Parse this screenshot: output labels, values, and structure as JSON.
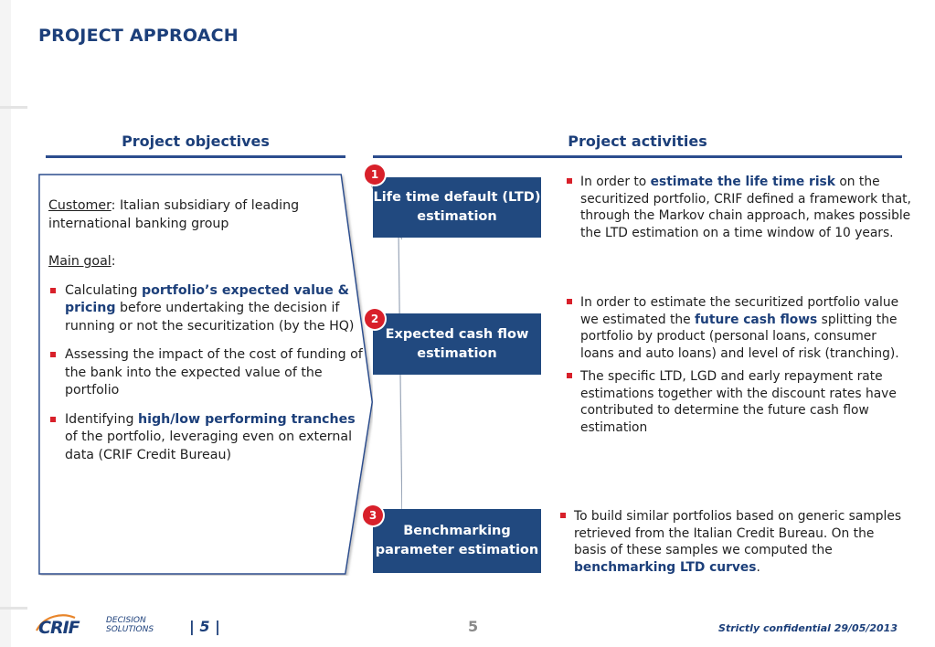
{
  "page": {
    "title": "PROJECT APPROACH"
  },
  "objectives": {
    "header": "Project objectives",
    "customer_label": "Customer",
    "customer_text": ": Italian subsidiary of  leading international banking group",
    "main_goal_label": "Main goal",
    "main_goal_colon": ":",
    "bullets": [
      {
        "pre": "Calculating ",
        "bold": "portfolio’s expected value & pricing",
        "post": " before undertaking the decision if  running or not the securitization (by the HQ)"
      },
      {
        "pre": "Assessing the impact of the cost of funding of the bank into the expected value of the portfolio",
        "bold": "",
        "post": ""
      },
      {
        "pre": "Identifying ",
        "bold": "high/low performing tranches",
        "post": " of the portfolio, leveraging even on external data (CRIF Credit Bureau)"
      }
    ]
  },
  "activities": {
    "header": "Project activities",
    "steps": [
      {
        "number": "1",
        "label": "Life time default (LTD) estimation",
        "bullets": [
          {
            "pre": "In order to ",
            "bold": "estimate the life time risk",
            "post": " on the securitized portfolio, CRIF defined a framework that, through the Markov chain approach, makes possible the LTD estimation on a time window of 10 years."
          }
        ]
      },
      {
        "number": "2",
        "label": "Expected cash flow estimation",
        "bullets": [
          {
            "pre": "In order to estimate the securitized portfolio value we estimated the ",
            "bold": "future cash flows",
            "post": " splitting the portfolio by product (personal loans, consumer loans and auto loans) and level of risk (tranching)."
          },
          {
            "pre": "The specific LTD, LGD and early repayment rate estimations together with the discount rates have contributed to determine the future cash flow estimation",
            "bold": "",
            "post": ""
          }
        ]
      },
      {
        "number": "3",
        "label": "Benchmarking parameter estimation",
        "bullets": [
          {
            "pre": "To build similar portfolios based on generic samples retrieved from the Italian Credit Bureau. On the basis of these samples we computed the ",
            "bold": "benchmarking LTD curves",
            "post": "."
          }
        ]
      }
    ]
  },
  "footer": {
    "logo_main": "CRIF",
    "logo_sub_1": "DECISION",
    "logo_sub_2": "SOLUTIONS",
    "page_marker": "| 5 |",
    "page_number": "5",
    "confidential": "Strictly confidential 29/05/2013"
  },
  "colors": {
    "navy": "#1c3f7a",
    "box": "#21497f",
    "accent_red": "#d8202a"
  }
}
